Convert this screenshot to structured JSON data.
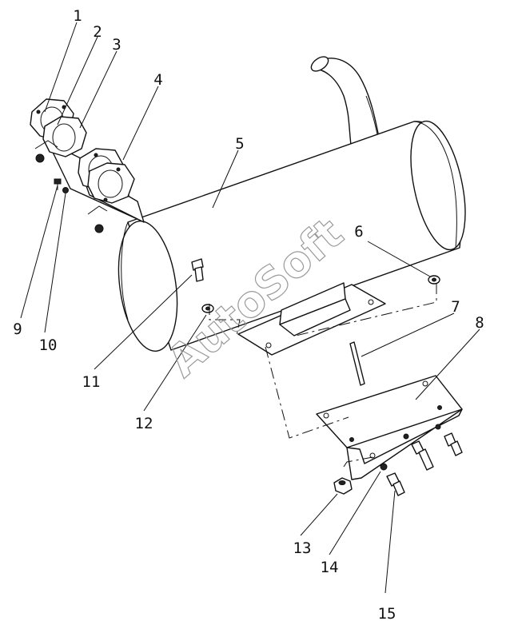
{
  "diagram": {
    "watermark": "AutoSoft",
    "callouts": [
      "1",
      "2",
      "3",
      "4",
      "5",
      "6",
      "7",
      "8",
      "9",
      "10",
      "11",
      "12",
      "13",
      "14",
      "15"
    ]
  }
}
